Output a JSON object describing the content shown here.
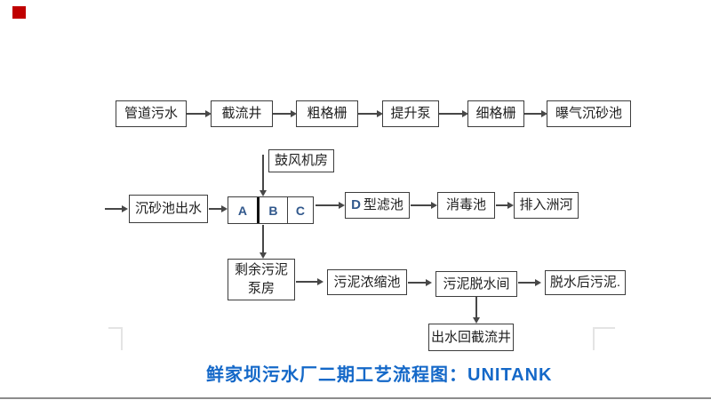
{
  "colors": {
    "box_border": "#3d3d3d",
    "box_text": "#1f1f1f",
    "arrow": "#474747",
    "tank_letter_blue": "#31588c",
    "caption_blue": "#1468c8",
    "red_marker": "#c00000",
    "bottom_line_gray": "#8c8c8c",
    "corner_mark_gray": "#e4e4e4"
  },
  "nodes": {
    "pipe_sewage": "管道污水",
    "intercepting_well": "截流井",
    "coarse_screen": "粗格栅",
    "lift_pump": "提升泵",
    "fine_screen": "细格栅",
    "aerated_grit_chamber": "曝气沉砂池",
    "blower_room": "鼓风机房",
    "grit_chamber_effluent": "沉砂池出水",
    "tank_a": "A",
    "tank_b": "B",
    "tank_c": "C",
    "d_filter_prefix": "D",
    "d_filter_rest": "型滤池",
    "disinfection_tank": "消毒池",
    "discharge_to_river": "排入洲河",
    "surplus_sludge_line1": "剩余污泥",
    "surplus_sludge_line2": "泵房",
    "sludge_thickener": "污泥浓缩池",
    "sludge_dewatering_room": "污泥脱水间",
    "dewatered_sludge": "脱水后污泥.",
    "effluent_return_well": "出水回截流井"
  },
  "caption": {
    "text": "鲜家坝污水厂二期工艺流程图：UNITANK"
  }
}
